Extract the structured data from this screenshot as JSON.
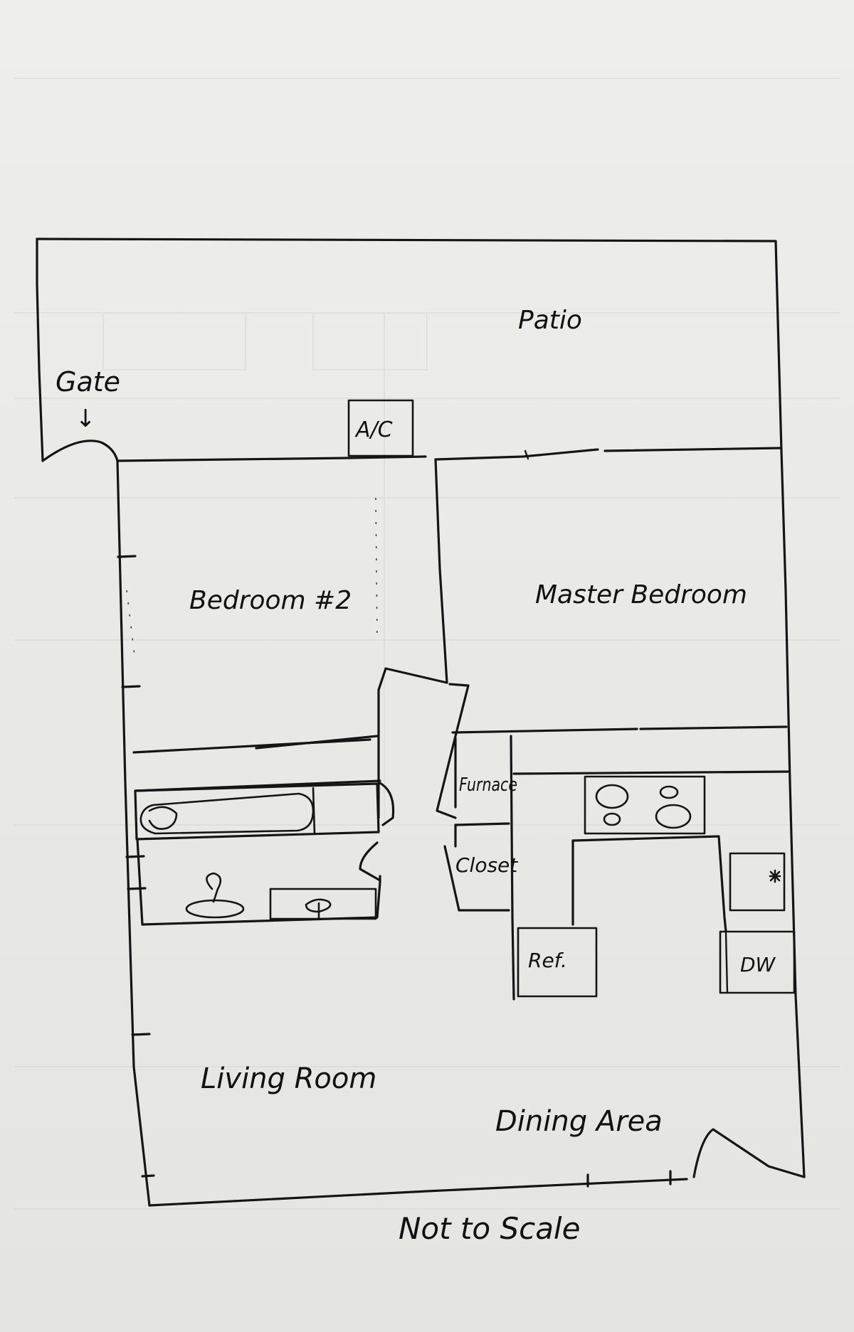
{
  "labels": {
    "patio": "Patio",
    "gate": "Gate",
    "gate_arrow": "↓",
    "ac": "A/C",
    "bedroom2": "Bedroom #2",
    "master_bedroom": "Master Bedroom",
    "furnace": "Furnace",
    "closet": "Closet",
    "refrigerator": "Ref.",
    "dishwasher": "DW",
    "living_room": "Living Room",
    "dining_area": "Dining Area",
    "scale_note": "Not to Scale"
  },
  "colors": {
    "paper": "#ebebe7",
    "ink": "#151515"
  }
}
